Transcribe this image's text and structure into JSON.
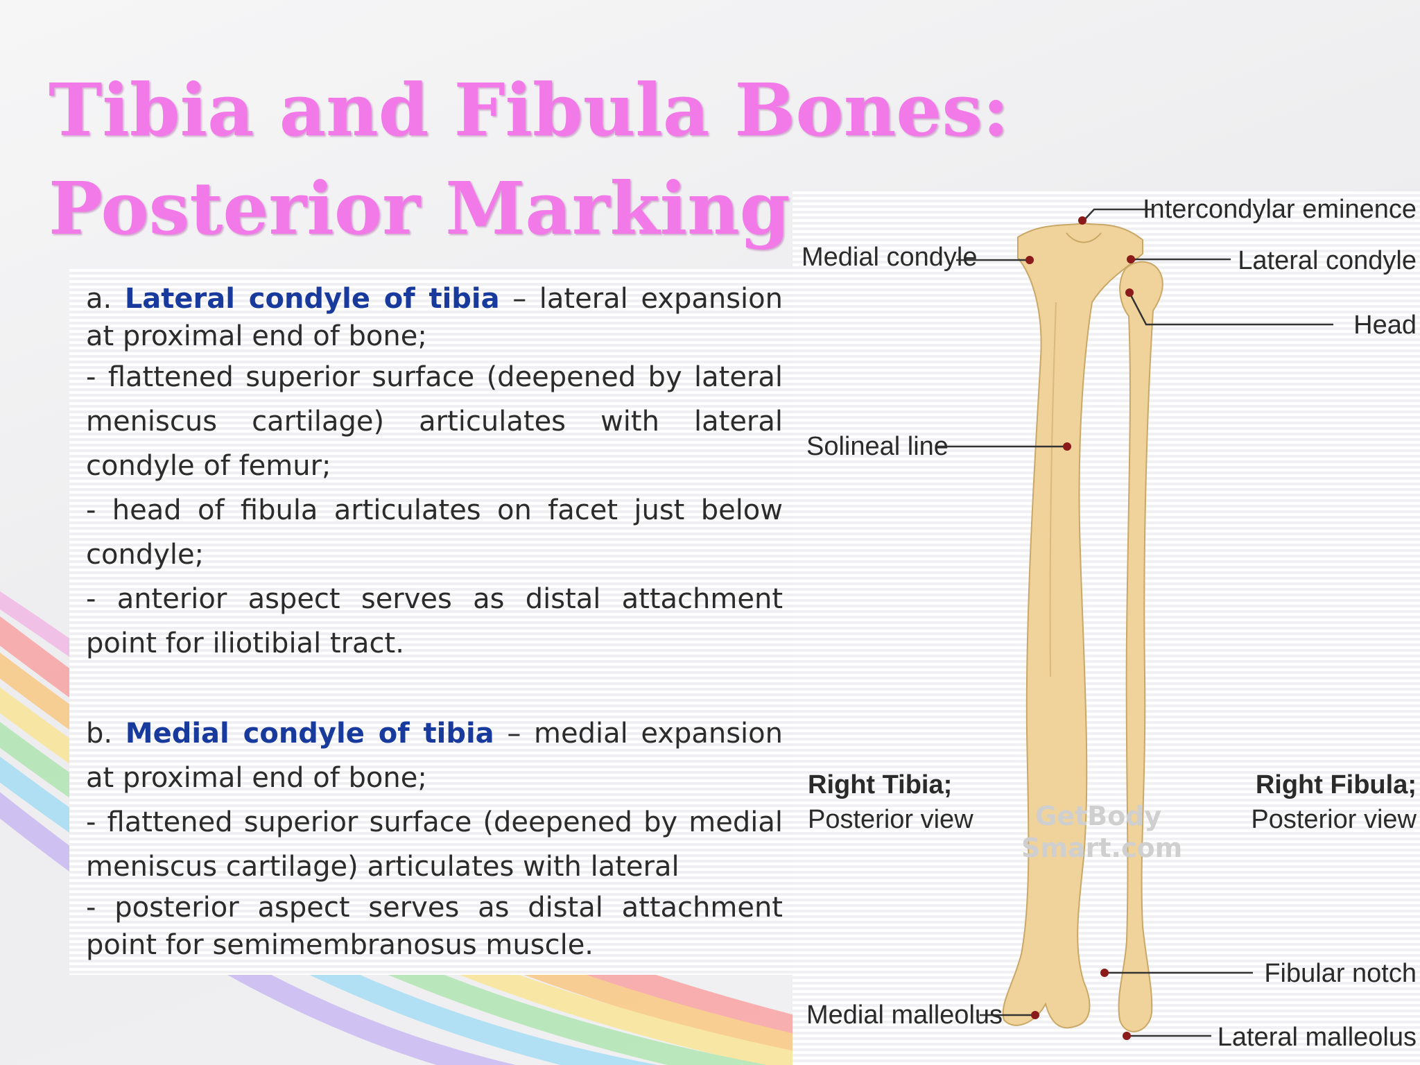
{
  "slide": {
    "title": "Tibia and Fibula Bones: Posterior Markings"
  },
  "text": {
    "a_prefix": "a. ",
    "a_term": "Lateral condyle of tibia",
    "a_desc": " – lateral expansion at proximal end of bone;",
    "a_points": [
      "- flattened superior surface (deepened by lateral meniscus cartilage) articulates with lateral condyle of femur;",
      "- head of fibula articulates on facet just below condyle;",
      "- anterior aspect serves as distal attachment point for iliotibial tract."
    ],
    "b_prefix": "b. ",
    "b_term": "Medial condyle of tibia",
    "b_desc": " – medial expansion at proximal end of bone;",
    "b_points": [
      "- flattened superior surface (deepened by medial meniscus cartilage) articulates with lateral",
      "- posterior aspect serves as distal attachment point for semimembranosus muscle."
    ]
  },
  "figure": {
    "labels": {
      "intercondylar_eminence": "Intercondylar eminence",
      "medial_condyle": "Medial condyle",
      "lateral_condyle": "Lateral condyle",
      "head": "Head",
      "soleal_line": "Solineal line",
      "fibular_notch": "Fibular notch",
      "medial_malleolus": "Medial malleolus",
      "lateral_malleolus": "Lateral malleolus"
    },
    "captions": {
      "tibia_title": "Right Tibia;",
      "tibia_sub": "Posterior view",
      "fibula_title": "Right Fibula;",
      "fibula_sub": "Posterior view"
    },
    "watermark": [
      "GetBody",
      "Smart.com"
    ],
    "colors": {
      "bone": "#f0d39b",
      "bone_outline": "#c9a867",
      "marker": "#8b1a1a",
      "title": "#f27ae8",
      "term": "#173a9c"
    }
  }
}
